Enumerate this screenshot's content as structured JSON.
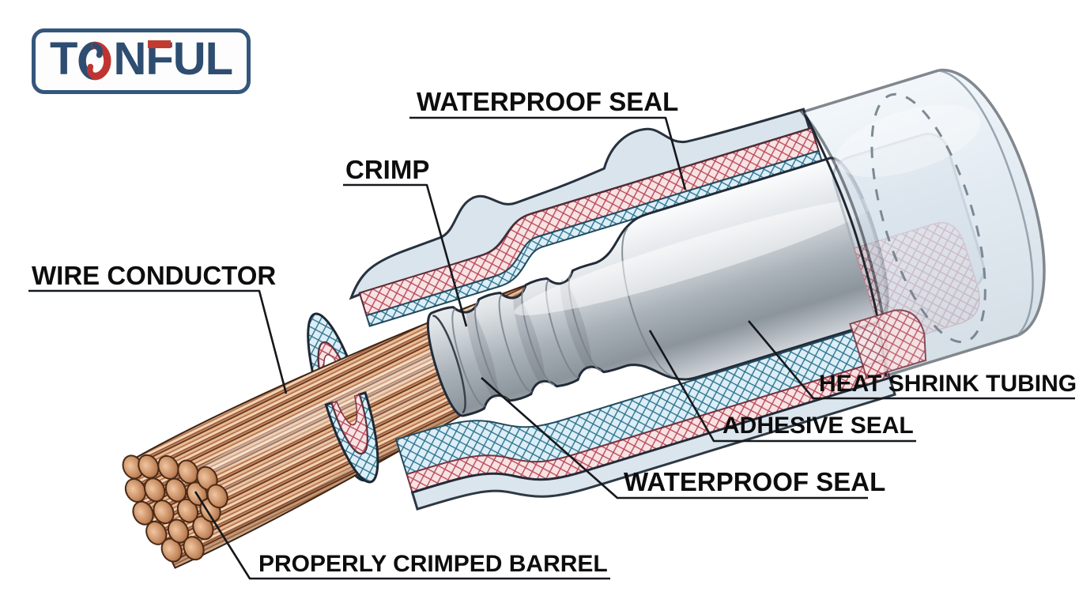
{
  "logo": {
    "text": "TONFUL",
    "l1": "T",
    "l2": "O",
    "l3": "N",
    "l4": "F",
    "l5": "U",
    "l6": "L",
    "brand_blue": "#2e4d70",
    "brand_red": "#c23b31"
  },
  "labels": {
    "waterproof_seal_top": "WATERPROOF SEAL",
    "crimp": "CRIMP",
    "wire_conductor": "WIRE CONDUCTOR",
    "heat_shrink_tubing": "HEAT SHRINK TUBING",
    "adhesive_seal": "ADHESIVE SEAL",
    "waterproof_seal_bottom": "WATERPROOF SEAL",
    "properly_crimped_barrel": "PROPERLY CRIMPED BARREL"
  },
  "colors": {
    "label_text": "#0d0d0d",
    "leader_line": "#15181c",
    "copper_wire": "#cf9166",
    "crimp_barrel_metal": "#b8bfc6",
    "heat_shrink_tubing": "#ccdbe8",
    "waterproof_seal_hatch_blue": "#2d7390",
    "adhesive_seal_hatch_pink": "#b84a58"
  }
}
